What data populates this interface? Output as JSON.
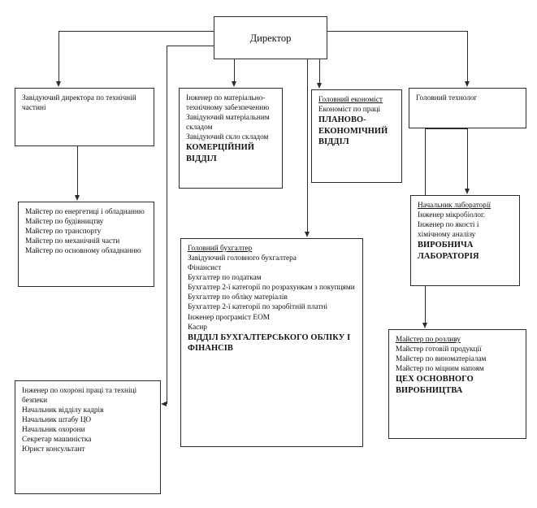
{
  "diagram": {
    "title": "Organizational structure chart",
    "language": "uk",
    "line_color": "#2b2b2b",
    "background": "#ffffff"
  },
  "nodes": {
    "director": {
      "name": "director",
      "lines": [
        "Директор"
      ]
    },
    "tech_deputy": {
      "name": "technical-deputy",
      "lines": [
        "Завідуючий директора по технічній частині"
      ]
    },
    "commercial": {
      "name": "commercial-department",
      "lines": [
        "Інженер по матеріально-технічному забезпеченню",
        "Завідуючий матеріальним складом",
        "Завідуючий скло складом"
      ],
      "bold_lines": [
        "КОМЕРЦІЙНИЙ ВІДДІЛ"
      ]
    },
    "economist": {
      "name": "planning-economic-department",
      "head": "Головний економіст",
      "lines": [
        "Економіст по праці"
      ],
      "bold_lines": [
        "ПЛАНОВО-",
        "ЕКОНОМІЧНИЙ",
        "ВІДДІЛ"
      ]
    },
    "technologist": {
      "name": "chief-technologist",
      "lines": [
        "Головний технолог"
      ]
    },
    "masters": {
      "name": "technical-masters-list",
      "lines": [
        "Майстер по енергетиці і обладнанню",
        "Майстер по будівництву",
        "Майстер по транспорту",
        "Майстер по механічній части",
        "Майстер по основному обладнанню"
      ]
    },
    "laboratory": {
      "name": "production-laboratory",
      "head": "Начальник лабораторії",
      "lines": [
        "Інженер мікробіолог.",
        "Інженер по якості і",
        "хімічному аналізу"
      ],
      "bold_lines": [
        "ВИРОБНИЧА",
        "ЛАБОРАТОРІЯ"
      ]
    },
    "accounting": {
      "name": "accounting-finance-department",
      "head": "Головний бухгалтер",
      "lines": [
        "Завідуючий головного бухгалтера",
        "Фінансист",
        "Бухгалтер по податкам",
        "Бухгалтер 2-ї  категорії по розрахункам з покупцями",
        "Бухгалтер по обліку матеріалів",
        "Бухгалтер 2-ї категорії по заробітній платні",
        "Інженер програміст ЕОМ",
        "Касир"
      ],
      "bold_lines": [
        "ВІДДІЛ БУХГАЛТЕРСЬКОГО ОБЛІКУ І",
        "ФІНАНСІВ"
      ]
    },
    "safety": {
      "name": "safety-personnel-list",
      "lines": [
        "Інженер по охороні праці та техніці безпеки",
        "Начальник відділу кадрів",
        "Начальник штабу ЦО",
        "Начальник охорони",
        "Секретар машиністка",
        "Юрист консультант"
      ]
    },
    "production": {
      "name": "main-production-shop",
      "head": "Майстер по розливу",
      "lines": [
        "Майстер готовій продукції",
        "Майстер по виноматеріалам",
        "Майстер по міцним напоям"
      ],
      "bold_lines": [
        "ЦЕХ ОСНОВНОГО",
        "ВИРОБНИЦТВА"
      ]
    }
  },
  "edges": [
    {
      "name": "edge-director-to-tech-deputy",
      "from": "director",
      "to": "tech_deputy"
    },
    {
      "name": "edge-director-to-commercial",
      "from": "director",
      "to": "commercial"
    },
    {
      "name": "edge-director-to-economist",
      "from": "director",
      "to": "economist"
    },
    {
      "name": "edge-director-to-technologist",
      "from": "director",
      "to": "technologist"
    },
    {
      "name": "edge-director-to-accounting",
      "from": "director",
      "to": "accounting"
    },
    {
      "name": "edge-director-to-safety",
      "from": "director",
      "to": "safety"
    },
    {
      "name": "edge-tech-deputy-to-masters",
      "from": "tech_deputy",
      "to": "masters"
    },
    {
      "name": "edge-technologist-to-laboratory",
      "from": "technologist",
      "to": "laboratory"
    },
    {
      "name": "edge-technologist-to-production",
      "from": "technologist",
      "to": "production"
    }
  ]
}
